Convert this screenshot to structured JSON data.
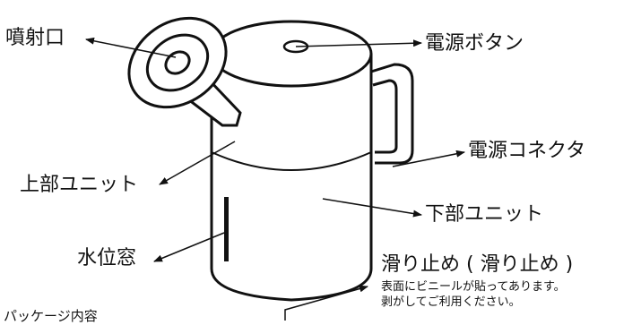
{
  "labels": {
    "spray_outlet": "噴射口",
    "power_button": "電源ボタン",
    "power_connector": "電源コネクタ",
    "upper_unit": "上部ユニット",
    "lower_unit": "下部ユニット",
    "water_window": "水位窓",
    "anti_slip_title": "滑り止め ( 滑り止め )",
    "anti_slip_note_line1": "表面にビニールが貼ってあります。",
    "anti_slip_note_line2": "剥がしてご利用ください。",
    "package_contents": "パッケージ内容"
  },
  "colors": {
    "ink": "#111111",
    "paper": "#ffffff"
  }
}
